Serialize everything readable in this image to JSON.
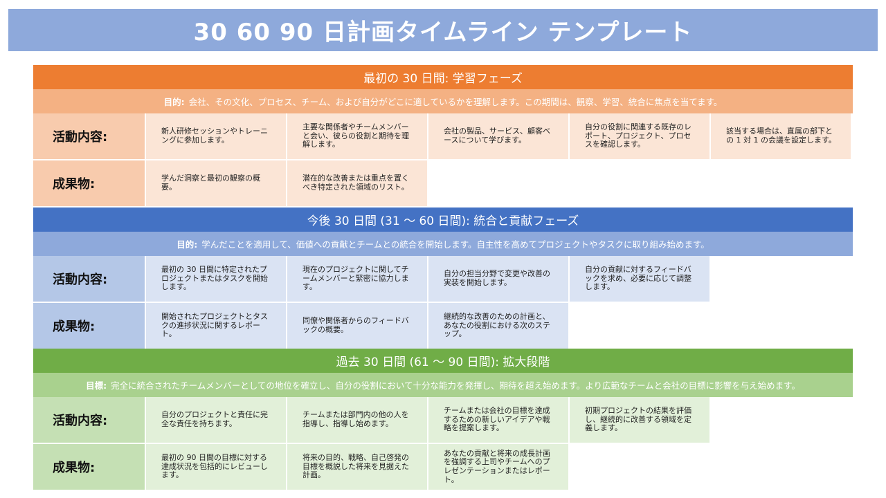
{
  "title": "30 60 90 日計画タイムライン テンプレート",
  "sections": [
    {
      "header": "最初の 30 日間: 学習フェーズ",
      "goal_label": "目的:",
      "goal_text": "会社、その文化、プロセス、チーム、および自分がどこに適しているかを理解します。この期間は、観察、学習、統合に焦点を当てます。",
      "activities_label": "活動内容:",
      "activities": [
        "新人研修セッションやトレーニングに参加します。",
        "主要な関係者やチームメンバーと会い、彼らの役割と期待を理解します。",
        "会社の製品、サービス、顧客ベースについて学びます。",
        "自分の役割に関連する既存のレポート、プロジェクト、プロセスを確認します。",
        "該当する場合は、直属の部下との 1 対 1 の会議を設定します。"
      ],
      "deliverables_label": "成果物:",
      "deliverables": [
        "学んだ洞察と最初の観察の概要。",
        "潜在的な改善または重点を置くべき特定された領域のリスト。"
      ]
    },
    {
      "header": "今後 30 日間 (31 ～ 60 日間): 統合と貢献フェーズ",
      "goal_label": "目的:",
      "goal_text": "学んだことを適用して、価値への貢献とチームとの統合を開始します。自主性を高めてプロジェクトやタスクに取り組み始めます。",
      "activities_label": "活動内容:",
      "activities": [
        "最初の 30 日間に特定されたプロジェクトまたはタスクを開始します。",
        "現在のプロジェクトに関してチームメンバーと緊密に協力します。",
        "自分の担当分野で変更や改善の実装を開始します。",
        "自分の貢献に対するフィードバックを求め、必要に応じて調整します。"
      ],
      "deliverables_label": "成果物:",
      "deliverables": [
        "開始されたプロジェクトとタスクの進捗状況に関するレポート。",
        "同僚や関係者からのフィードバックの概要。",
        "継続的な改善のための計画と、あなたの役割における次のステップ。"
      ]
    },
    {
      "header": "過去 30 日間 (61 ～ 90 日間): 拡大段階",
      "goal_label": "目標:",
      "goal_text": "完全に統合されたチームメンバーとしての地位を確立し、自分の役割において十分な能力を発揮し、期待を超え始めます。より広範なチームと会社の目標に影響を与え始めます。",
      "activities_label": "活動内容:",
      "activities": [
        "自分のプロジェクトと責任に完全な責任を持ちます。",
        "チームまたは部門内の他の人を指導し、指導し始めます。",
        "チームまたは会社の目標を達成するための新しいアイデアや戦略を提案します。",
        "初期プロジェクトの結果を評価し、継続的に改善する領域を定義します。"
      ],
      "deliverables_label": "成果物:",
      "deliverables": [
        "最初の 90 日間の目標に対する達成状況を包括的にレビューします。",
        "将来の目的、戦略、自己啓発の目標を概説した将来を見据えた計画。",
        "あなたの貢献と将来の成長計画を強調する上司やチームへのプレゼンテーションまたはレポート。"
      ]
    }
  ]
}
